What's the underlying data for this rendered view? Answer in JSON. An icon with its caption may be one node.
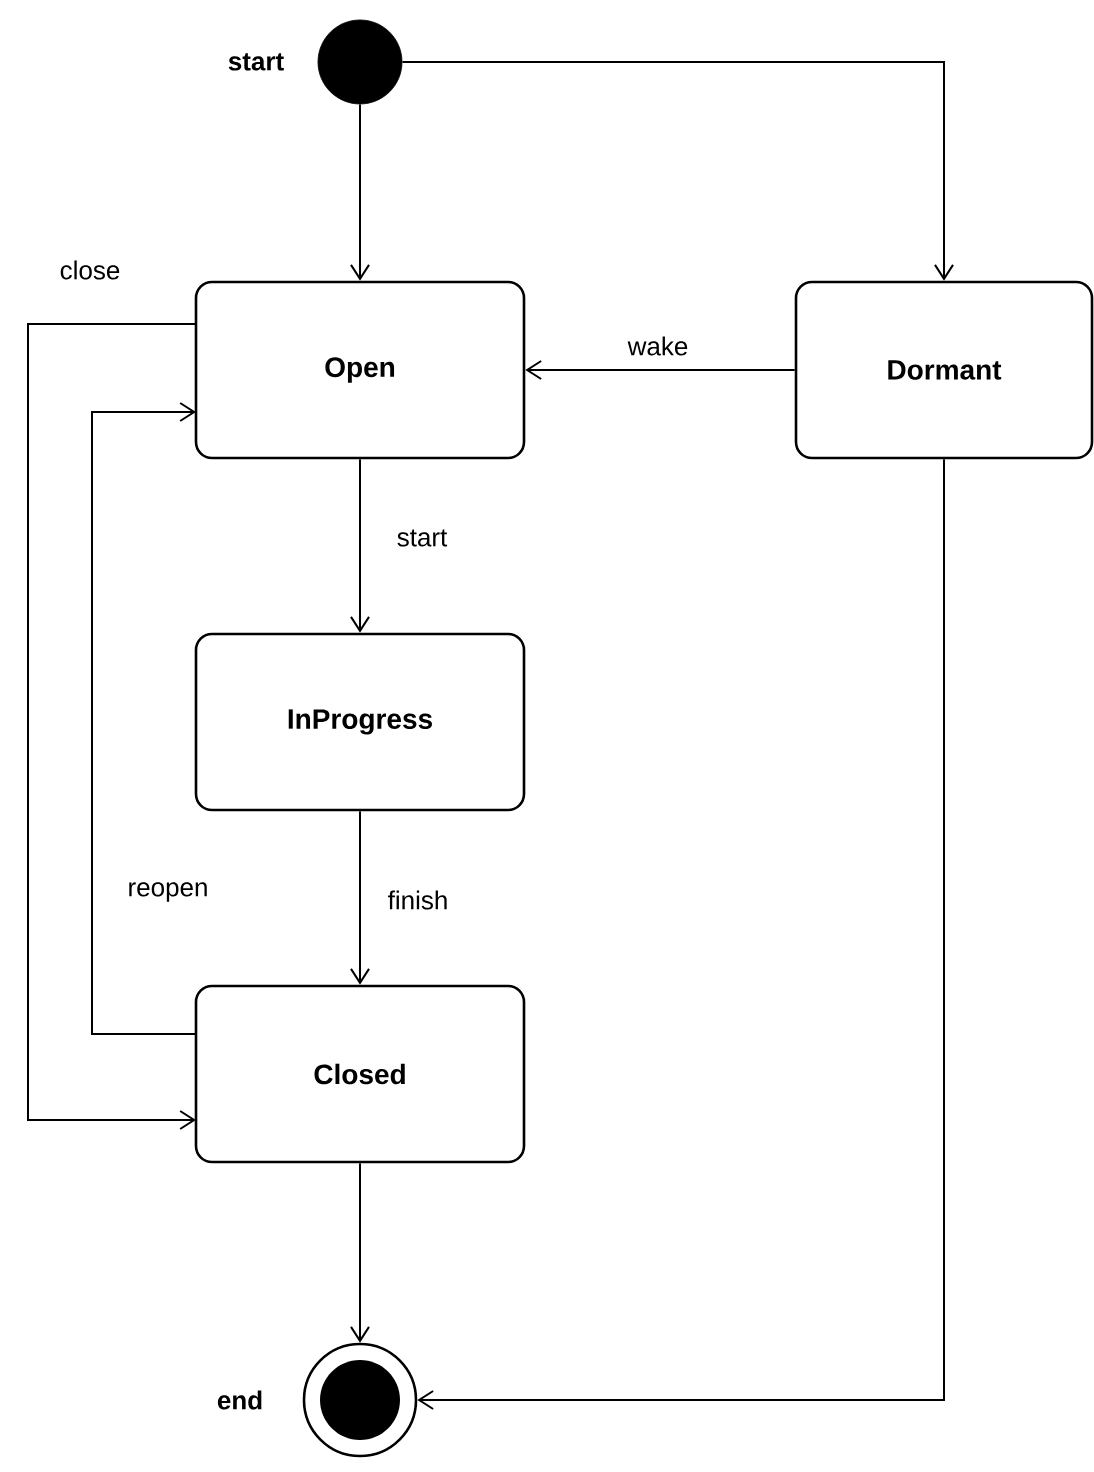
{
  "diagram": {
    "nodes": [
      {
        "text": [],
        "shape": "circle",
        "beside": [
          "start"
        ]
      },
      {
        "text": [
          "Open"
        ]
      },
      {
        "text": [
          "Dormant"
        ]
      },
      {
        "text": [
          "InProgress"
        ]
      },
      {
        "text": [
          "Closed"
        ]
      },
      {
        "text": [],
        "shape": "circle",
        "beside": [
          "end"
        ]
      }
    ],
    "edges": [
      {
        "from": 0,
        "to": 1,
        "arrow": "to"
      },
      {
        "from": 0,
        "to": 2,
        "arrow": "to"
      },
      {
        "from": 2,
        "to": 1,
        "arrow": "to",
        "label": "wake"
      },
      {
        "from": 1,
        "to": 3,
        "arrow": "to",
        "label": "start"
      },
      {
        "from": 3,
        "to": 4,
        "arrow": "to",
        "label": "finish"
      },
      {
        "from": 4,
        "to": 1,
        "arrow": "to",
        "label": "reopen"
      },
      {
        "from": 1,
        "to": 4,
        "arrow": "to",
        "label": "close"
      },
      {
        "from": 4,
        "to": 5,
        "arrow": "to"
      },
      {
        "from": 2,
        "to": 5,
        "arrow": "to"
      }
    ]
  }
}
